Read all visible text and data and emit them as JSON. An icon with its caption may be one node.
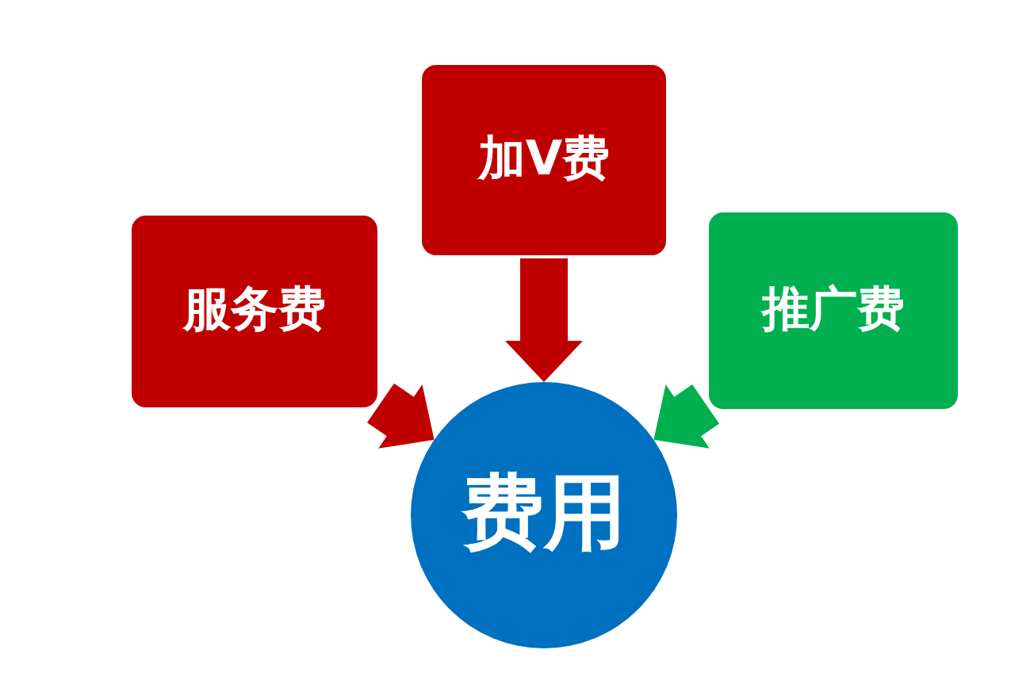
{
  "diagram": {
    "nodes": [
      {
        "text": [
          "加V费"
        ]
      },
      {
        "text": [
          "服务费"
        ]
      },
      {
        "text": [
          "推广费"
        ]
      },
      {
        "text": [
          "费用"
        ]
      }
    ],
    "edges": [
      {
        "from": 0,
        "to": 3,
        "arrow": "to"
      },
      {
        "from": 1,
        "to": 3,
        "arrow": "to"
      },
      {
        "from": 2,
        "to": 3,
        "arrow": "to",
        "color": "#00b050"
      }
    ]
  }
}
